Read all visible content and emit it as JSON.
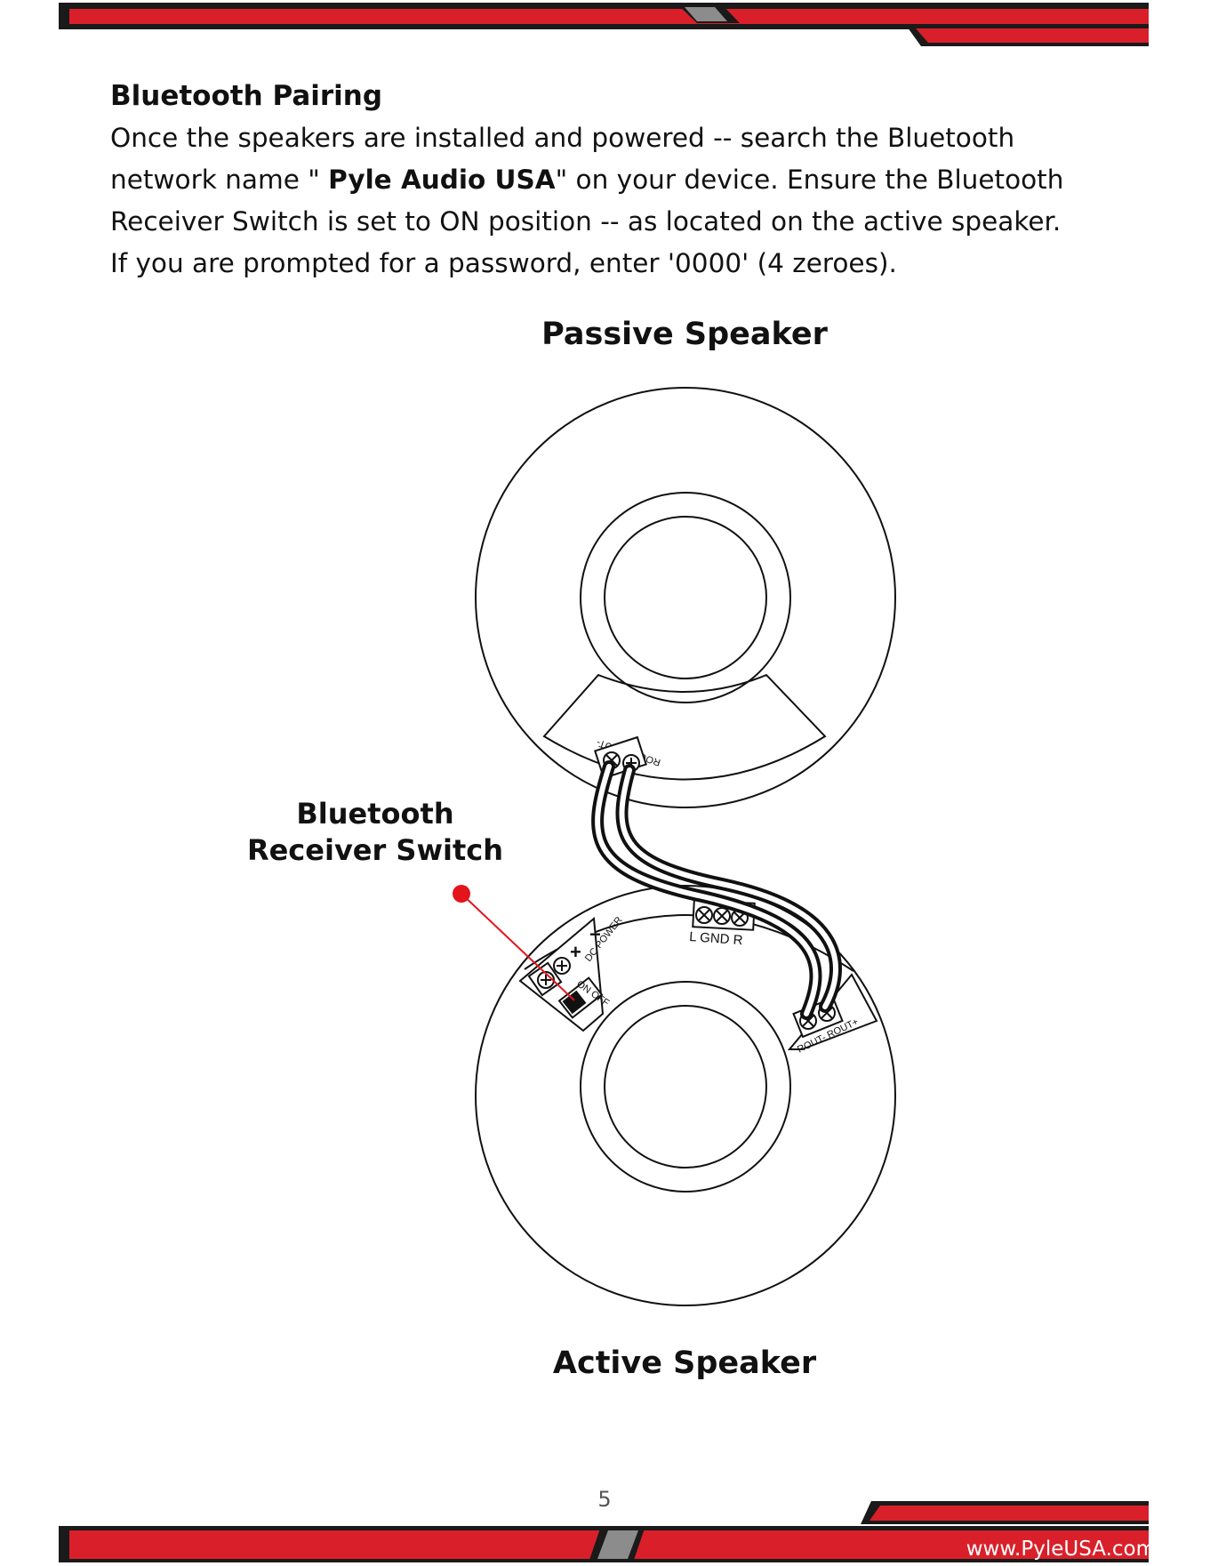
{
  "colors": {
    "brand_red": "#d9202a",
    "band_dark": "#1a1a1a",
    "band_accent_gray": "#8c8c8c",
    "pointer_red": "#e3141c"
  },
  "section": {
    "heading": "Bluetooth Pairing",
    "lines": [
      {
        "before": "Once the speakers are installed and powered -- search the Bluetooth",
        "bold": "",
        "after": ""
      },
      {
        "before": "network name \" ",
        "bold": "Pyle Audio USA",
        "after": "\" on your device. Ensure the Bluetooth"
      },
      {
        "before": "Receiver Switch is set to ON position -- as located on the active speaker.",
        "bold": "",
        "after": ""
      },
      {
        "before": "If you are prompted for a password, enter '0000' (4 zeroes).",
        "bold": "",
        "after": ""
      }
    ]
  },
  "diagram": {
    "passive_caption": "Passive Speaker",
    "active_caption": "Active Speaker",
    "switch_caption_line1": "Bluetooth",
    "switch_caption_line2": "Receiver Switch",
    "passive_terminal_label": "ROUT+ ROUT-",
    "dc_power_label": "DC POWER",
    "plus_sign": "+",
    "minus_sign": "−",
    "on_off_label": "ON OFF",
    "lgndr_label": "L GND R",
    "active_terminal_label": "ROUT- ROUT+",
    "screw_icon": "screw-terminal-icon"
  },
  "footer": {
    "page_number": "5",
    "url": "www.PyleUSA.com"
  }
}
